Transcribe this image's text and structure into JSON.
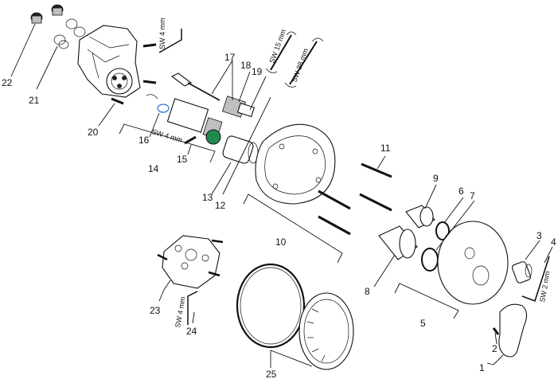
{
  "diagram": {
    "part_numbers": [
      "1",
      "2",
      "3",
      "4",
      "5",
      "6",
      "7",
      "8",
      "9",
      "10",
      "11",
      "12",
      "13",
      "14",
      "15",
      "16",
      "17",
      "18",
      "19",
      "20",
      "21",
      "22",
      "23",
      "24",
      "25"
    ],
    "tool_labels": {
      "sw4_top": "SW 4 mm",
      "sw15": "SW 15 mm",
      "sw38": "SW 38 mm",
      "sw4_mid": "SW 4 mm",
      "sw4_bottom": "SW 4 mm",
      "sw2": "SW 2 mm"
    },
    "colors": {
      "line": "#111111",
      "highlight_blue": "#3a7bd5",
      "highlight_green": "#1f8a4c"
    }
  }
}
